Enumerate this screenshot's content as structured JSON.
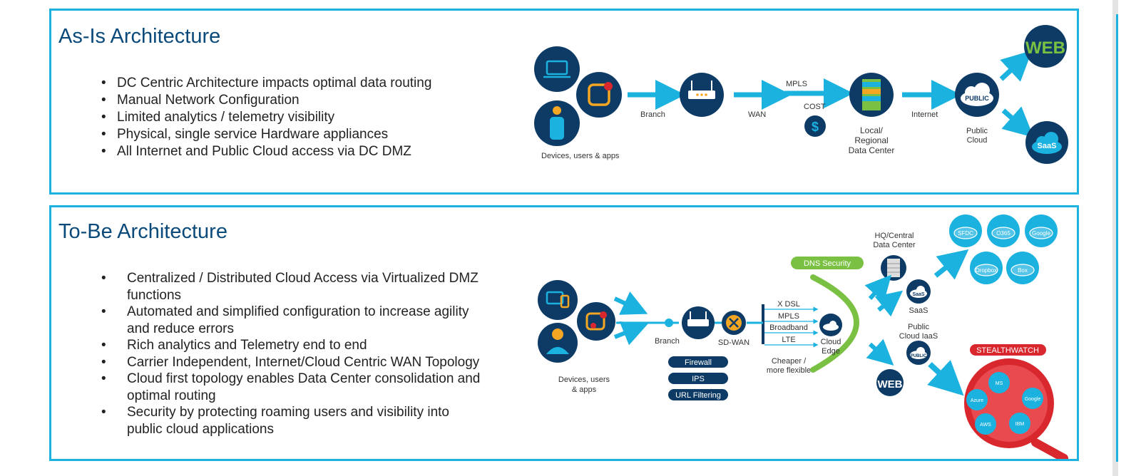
{
  "asis": {
    "title": "As-Is Architecture",
    "bullets": [
      "DC Centric Architecture impacts optimal data routing",
      "Manual Network Configuration",
      "Limited analytics / telemetry visibility",
      "Physical, single service Hardware appliances",
      "All Internet and Public Cloud access via DC DMZ"
    ],
    "diagram": {
      "devices": "Devices, users & apps",
      "branch": "Branch",
      "wan": "WAN",
      "mpls": "MPLS",
      "cost": "COST",
      "dollar": "$",
      "dc1": "Local/",
      "dc2": "Regional",
      "dc3": "Data Center",
      "internet": "Internet",
      "public_badge": "PUBLIC",
      "pc1": "Public",
      "pc2": "Cloud",
      "web": "WEB",
      "saas": "SaaS"
    }
  },
  "tobe": {
    "title": "To-Be Architecture",
    "bullets": [
      "Centralized / Distributed Cloud Access via Virtualized DMZ functions",
      "Automated and simplified configuration to increase agility and reduce errors",
      "Rich analytics and Telemetry end to end",
      "Carrier Independent, Internet/Cloud Centric WAN Topology",
      "Cloud first topology enables Data Center consolidation and optimal routing",
      "Security by protecting roaming users and visibility into public cloud applications"
    ],
    "diagram": {
      "dev1": "Devices, users",
      "dev2": "& apps",
      "branch": "Branch",
      "sdwan": "SD-WAN",
      "firewall": "Firewall",
      "ips": "IPS",
      "url": "URL Filtering",
      "xdsl": "X DSL",
      "mpls": "MPLS",
      "broadband": "Broadband",
      "lte": "LTE",
      "cheaper1": "Cheaper /",
      "cheaper2": "more flexible",
      "cloudedge1": "Cloud",
      "cloudedge2": "Edge",
      "dns": "DNS Security",
      "hq1": "HQ/Central",
      "hq2": "Data Center",
      "saas_badge": "SaaS",
      "saas": "SaaS",
      "pciaas1": "Public",
      "pciaas2": "Cloud IaaS",
      "public_badge": "PUBLIC",
      "web": "WEB",
      "sfdc": "SFDC",
      "o365": "O365",
      "google": "Google",
      "dropbox": "Dropbox",
      "box": "Box",
      "stealth": "STEALTHWATCH",
      "ms": "MS",
      "azure": "Azure",
      "google2": "Google",
      "aws": "AWS",
      "ibm": "IBM"
    }
  },
  "colors": {
    "border": "#1bb2e0",
    "navy": "#0d3b66",
    "arrow": "#1bb2e0",
    "green": "#7ac143",
    "orange": "#f5a623",
    "red": "#d9272e"
  }
}
